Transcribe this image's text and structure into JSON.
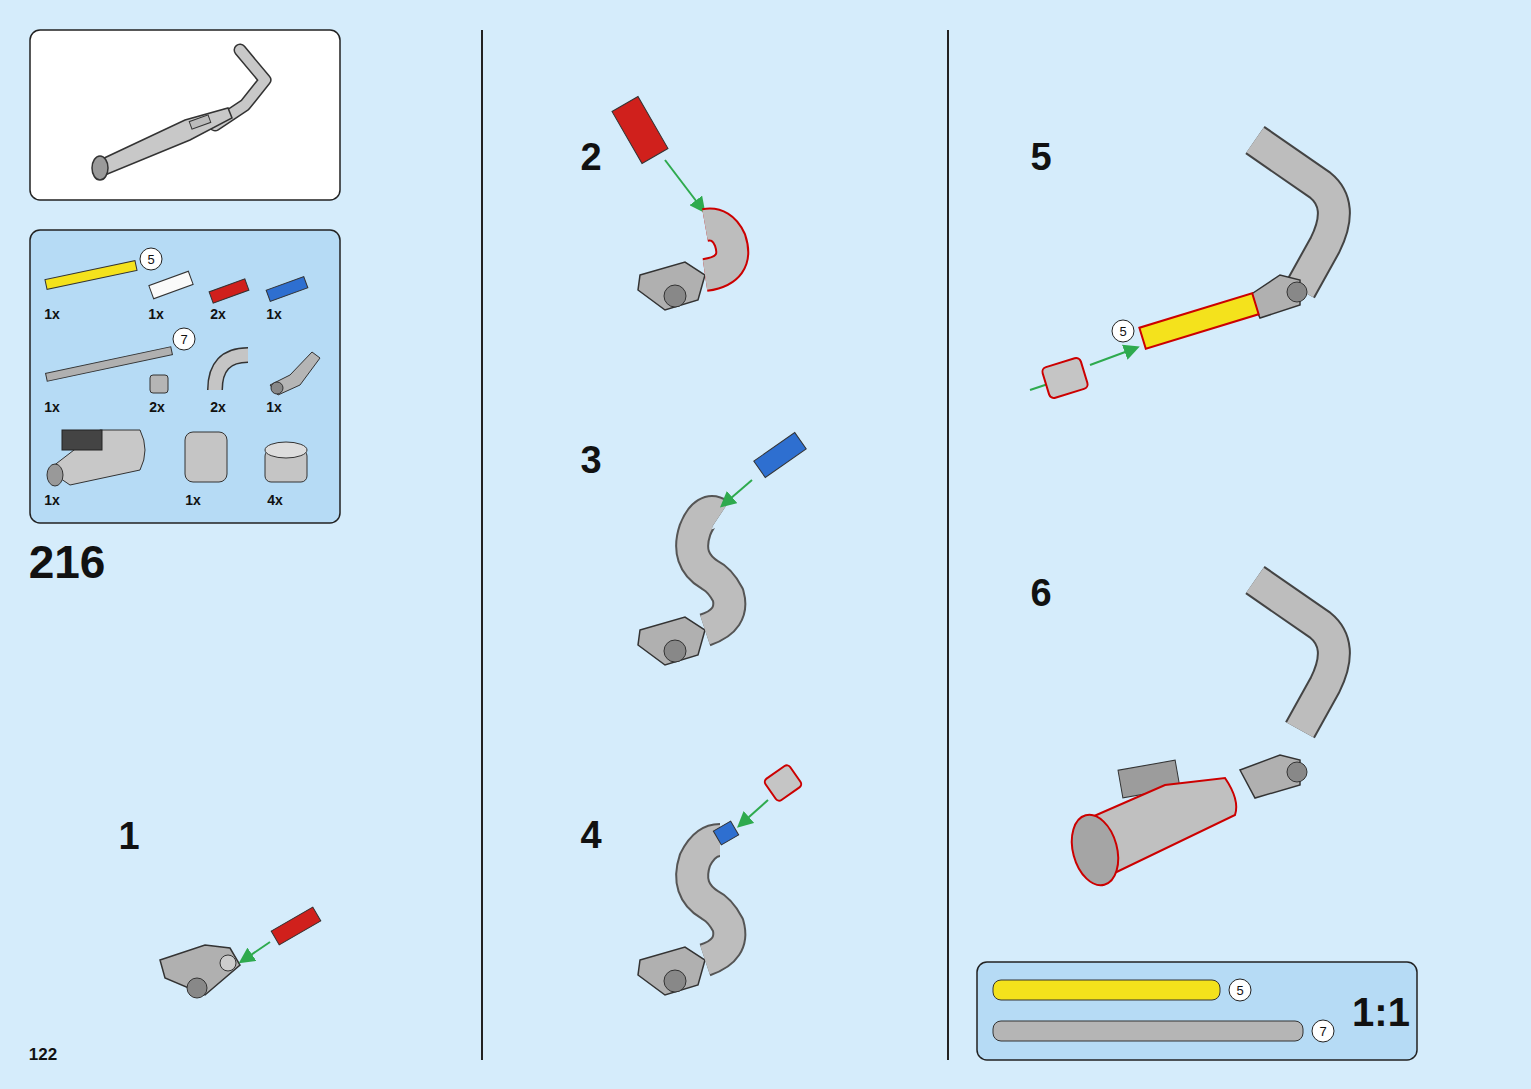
{
  "diagram": {
    "labels": [
      "5",
      "1x",
      "1x",
      "2x",
      "1x",
      "7",
      "1x",
      "2x",
      "2x",
      "1x",
      "1x",
      "1x",
      "4x",
      "216",
      "1",
      "2",
      "3",
      "4",
      "5",
      "5",
      "6",
      "5",
      "7",
      "1:1",
      "122"
    ]
  }
}
